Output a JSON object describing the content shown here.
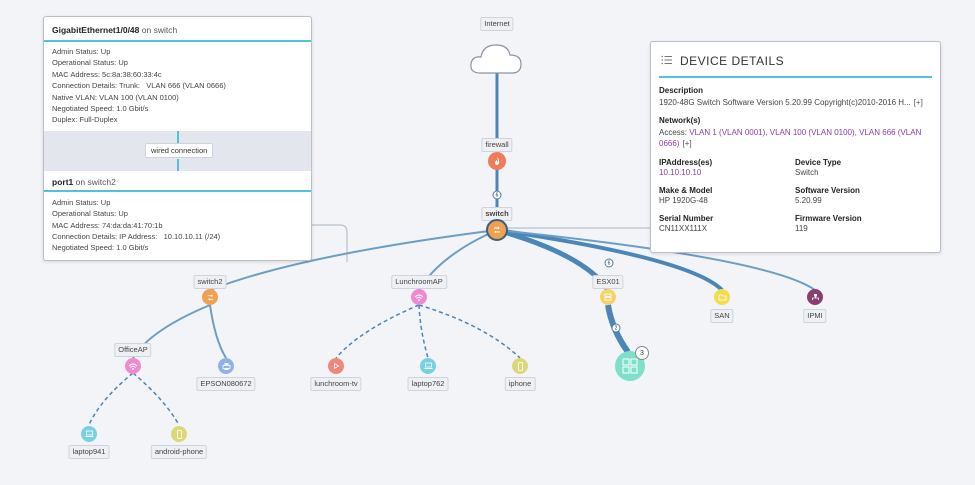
{
  "colors": {
    "accent": "#4fc3d9",
    "link_primary": "#4a86b8",
    "link_secondary": "#6a9ec6",
    "purple_text": "#8a3ea8"
  },
  "connection_panel": {
    "top": {
      "interface": "GigabitEthernet1/0/48",
      "on_text": "on",
      "device": "switch",
      "rows": [
        {
          "label": "Admin Status:",
          "value": "Up"
        },
        {
          "label": "Operational Status:",
          "value": "Up"
        },
        {
          "label": "MAC Address:",
          "value": "5c:8a:38:60:33:4c"
        },
        {
          "label": "Connection Details:",
          "value": "Trunk:   VLAN 666 (VLAN 0666)"
        },
        {
          "label": "Native VLAN:",
          "value": "VLAN 100 (VLAN 0100)"
        },
        {
          "label": "Negotiated Speed:",
          "value": "1.0 Gbit/s"
        },
        {
          "label": "Duplex:",
          "value": "Full-Duplex"
        }
      ]
    },
    "wired_label": "wired connection",
    "bottom": {
      "interface": "port1",
      "on_text": "on",
      "device": "switch2",
      "rows": [
        {
          "label": "Admin Status:",
          "value": "Up"
        },
        {
          "label": "Operational Status:",
          "value": "Up"
        },
        {
          "label": "MAC Address:",
          "value": "74:da:da:41:70:1b"
        },
        {
          "label": "Connection Details:",
          "value": "IP Address:   10.10.10.11 (/24)"
        },
        {
          "label": "Negotiated Speed:",
          "value": "1.0 Gbit/s"
        }
      ]
    }
  },
  "device_details": {
    "title": "DEVICE DETAILS",
    "icon": "list-icon",
    "description_label": "Description",
    "description_value": "1920-48G Switch Software Version 5.20.99 Copyright(c)2010-2016 H...",
    "expand": "[+]",
    "networks_label": "Network(s)",
    "networks_prefix": "Access:",
    "networks_value": "VLAN 1 (VLAN 0001), VLAN 100 (VLAN 0100), VLAN 666 (VLAN 0666)",
    "fields": [
      {
        "label": "IPAddress(es)",
        "value": "10.10.10.10",
        "purple": true
      },
      {
        "label": "Device Type",
        "value": "Switch",
        "purple": false
      },
      {
        "label": "Make & Model",
        "value": "HP 1920G-48",
        "purple": false
      },
      {
        "label": "Software Version",
        "value": "5.20.99",
        "purple": false
      },
      {
        "label": "Serial Number",
        "value": "CN11XX111X",
        "purple": false
      },
      {
        "label": "Firmware Version",
        "value": "119",
        "purple": false
      }
    ]
  },
  "topology": {
    "nodes": {
      "internet": "Internet",
      "firewall": "firewall",
      "switch": "switch",
      "switch2": "switch2",
      "lunchroomap": "LunchroomAP",
      "esx01": "ESX01",
      "san": "SAN",
      "ipmi": "IPMI",
      "officeap": "OfficeAP",
      "epson": "EPSON080672",
      "lunchroomtv": "lunchroom-tv",
      "laptop762": "laptop762",
      "iphone": "iphone",
      "laptop941": "laptop941",
      "androidphone": "android-phone"
    },
    "cluster_count": "3",
    "link_counts": {
      "firewall_switch": "6",
      "switch_esx": "6",
      "esx_cluster": "2"
    }
  }
}
